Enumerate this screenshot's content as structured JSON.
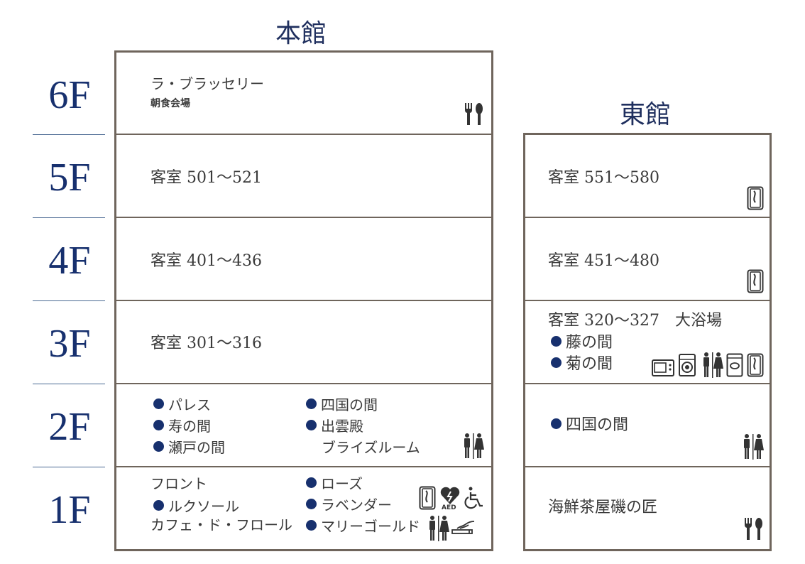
{
  "buildings": {
    "main": {
      "title": "本館"
    },
    "east": {
      "title": "東館"
    }
  },
  "floors": [
    "6F",
    "5F",
    "4F",
    "3F",
    "2F",
    "1F"
  ],
  "main": {
    "f6": {
      "name": "ラ・ブラッセリー",
      "sub": "朝食会場"
    },
    "f5": {
      "rooms": "客室 501～521"
    },
    "f4": {
      "rooms": "客室 401～436"
    },
    "f3": {
      "rooms": "客室 301～316"
    },
    "f2": {
      "left": [
        "パレス",
        "寿の間",
        "瀬戸の間"
      ],
      "right": [
        "四国の間",
        "出雲殿"
      ],
      "right_plain": "ブライズルーム"
    },
    "f1": {
      "front": "フロント",
      "lukusoru": "ルクソール",
      "cafe": "カフェ・ド・フロール",
      "right": [
        "ローズ",
        "ラベンダー",
        "マリーゴールド"
      ],
      "aed": "AED"
    }
  },
  "east": {
    "f5": {
      "rooms": "客室 551～580"
    },
    "f4": {
      "rooms": "客室 451～480"
    },
    "f3": {
      "rooms": "客室 320～327　大浴場",
      "items": [
        "藤の間",
        "菊の間"
      ]
    },
    "f2": {
      "items": [
        "四国の間"
      ]
    },
    "f1": {
      "name": "海鮮茶屋磯の匠"
    }
  },
  "icons": [
    "restaurant-icon",
    "vending-machine-icon",
    "microwave-icon",
    "washing-machine-icon",
    "restroom-icon",
    "ice-machine-icon",
    "aed-icon",
    "wheelchair-icon",
    "smoking-icon"
  ],
  "colors": {
    "frame": "#6f655c",
    "accent": "#17306e"
  }
}
